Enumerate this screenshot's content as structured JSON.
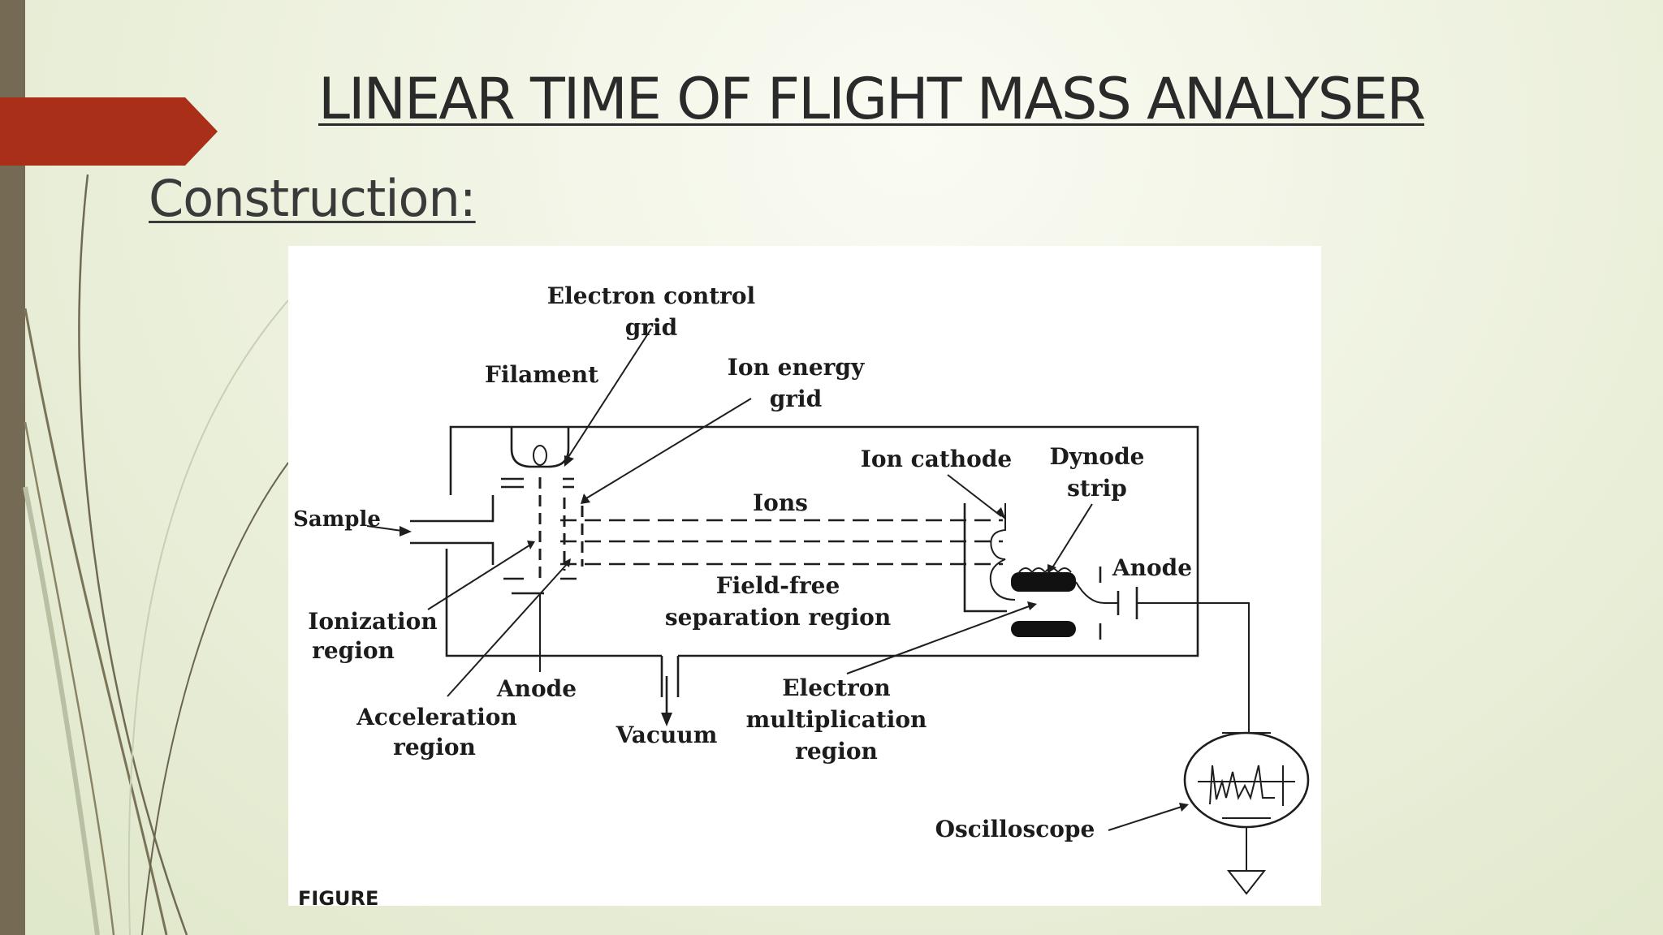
{
  "slide": {
    "title": "LINEAR TIME OF FLIGHT MASS ANALYSER",
    "heading": "Construction:",
    "accent_color": "#a92f18",
    "side_bar_color": "#756b55"
  },
  "diagram": {
    "labels": {
      "electron_control_grid_1": "Electron control",
      "electron_control_grid_2": "grid",
      "filament": "Filament",
      "ion_energy_grid_1": "Ion energy",
      "ion_energy_grid_2": "grid",
      "ion_cathode": "Ion cathode",
      "dynode_strip_1": "Dynode",
      "dynode_strip_2": "strip",
      "ions": "Ions",
      "sample": "Sample",
      "anode_right": "Anode",
      "field_free_1": "Field-free",
      "field_free_2": "separation region",
      "ionization_1": "Ionization",
      "ionization_2": "region",
      "anode_bottom": "Anode",
      "acceleration_1": "Acceleration",
      "acceleration_2": "region",
      "vacuum": "Vacuum",
      "electron_mult_1": "Electron",
      "electron_mult_2": "multiplication",
      "electron_mult_3": "region",
      "oscilloscope": "Oscilloscope",
      "figure_caption": "FIGURE"
    }
  }
}
